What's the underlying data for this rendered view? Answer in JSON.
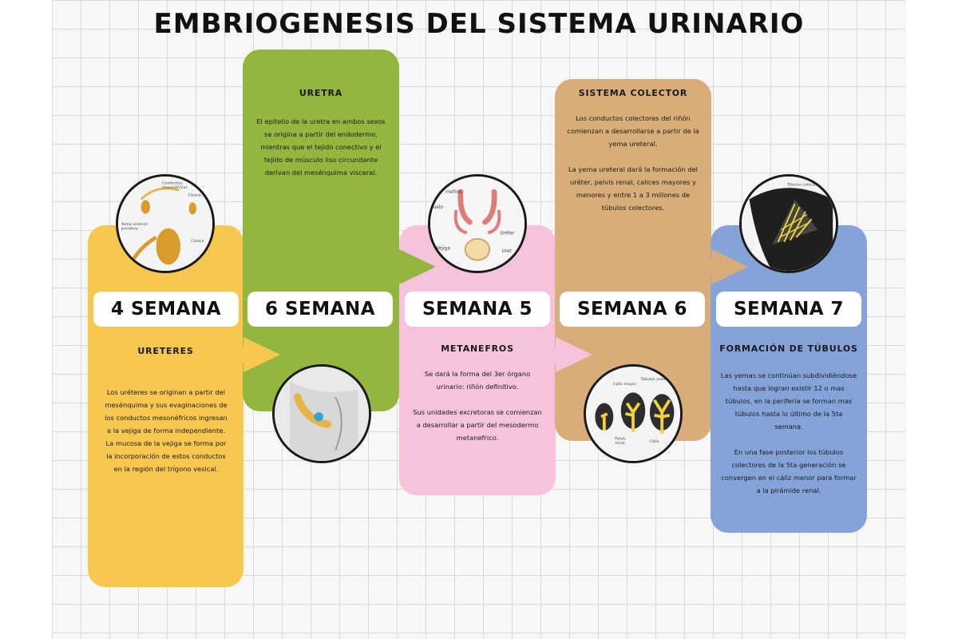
{
  "title": "EMBRIOGENESIS DEL SISTEMA URINARIO",
  "colors": {
    "yellow": "#f7c74f",
    "green": "#93b63e",
    "pink": "#f7c3dc",
    "tan": "#d9ad79",
    "blue": "#85a3d9"
  },
  "stages": [
    {
      "week": "4 SEMANA",
      "heading": "URETERES",
      "text": "Los uréteres se originan a partir del mesénquima y sus evaginaciones de los conductos mesonéfricos ingresan a la vejiga de forma independiente. La mucosa de la vejiga se forma por la incorporación de estos conductos en la región del trígono vesical."
    },
    {
      "week": "6 SEMANA",
      "heading": "URETRA",
      "text": "El epitelio de la uretra en ambos sexos se origina a partir del endodermo, mientras que el tejido conectivo y el tejido de músculo liso circundante derivan del mesénquima visceral."
    },
    {
      "week": "SEMANA 5",
      "heading": "METANEFROS",
      "text": "Se dará la forma del 3er órgano urinario: riñón definitivo.\n\nSus unidades excretoras se comienzan a desarrollar a partir del mesodermo metanefrico."
    },
    {
      "week": "SEMANA 6",
      "heading": "SISTEMA COLECTOR",
      "text": "Los conductos colectores del riñón comienzan a desarrollarse a partir de la yema ureteral.\n\nLa yema ureteral dará la formación del uréter, pelvis renal, calices mayores y menores y entre 1 a 3 millones de túbulos colectores."
    },
    {
      "week": "SEMANA 7",
      "heading": "FORMACIÓN DE TÚBULOS",
      "text": "Las yemas se continúan subdividiéndose hasta que logran existir 12 o mas túbulos, en la periferia se forman mas túbulos hasta lo último de la 5ta semana.\n\nEn una fase posterior los túbulos colectores de la 5ta generación se convergen en el cáliz menor para formar a la pirámide renal."
    }
  ],
  "illustrations": [
    {
      "icon": "kidney-development-illustration-icon",
      "label_lines": [
        "Conductos",
        "mesonéfricos",
        "Cloaca",
        "Yema ureteral",
        "primitiva",
        "Cloaca"
      ]
    },
    {
      "icon": "cloaca-section-illustration-icon",
      "label_lines": []
    },
    {
      "icon": "urogenital-sinus-illustration-icon",
      "label_lines": [
        "rnefros",
        "uelo",
        "Uréter",
        "Vejiga",
        "Uret"
      ]
    },
    {
      "icon": "ureteric-bud-branching-illustration-icon",
      "label_lines": [
        "Cálix mayor",
        "Túbulos colectores",
        "Pelvis",
        "renal",
        "Cálix"
      ]
    },
    {
      "icon": "renal-pyramid-illustration-icon",
      "label_lines": [
        "Túbulos colectores"
      ]
    }
  ]
}
